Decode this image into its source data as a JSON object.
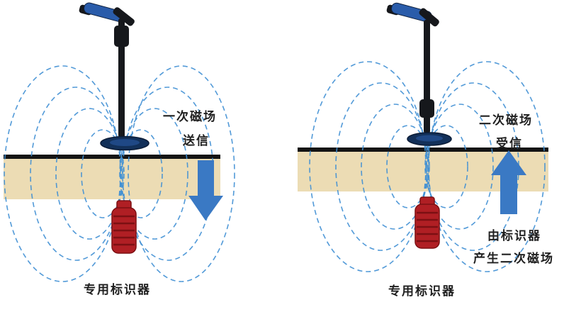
{
  "panels": {
    "left": {
      "field_label": {
        "line1": "一次磁场",
        "line2": "送信"
      },
      "arrow_direction": "down",
      "marker_label": "专用标识器"
    },
    "right": {
      "field_label": {
        "line1": "二次磁场",
        "line2": "受信"
      },
      "arrow_direction": "up",
      "source_label": {
        "line1": "由标识器",
        "line2": "产生二次磁场"
      },
      "marker_label": "专用标识器"
    }
  },
  "colors": {
    "field_line": "#3f8fd4",
    "arrow": "#3a79c4",
    "ground": "#141414",
    "soil": "#ecdcb4",
    "marker_body": "#b01f24",
    "marker_dark": "#7c1013",
    "detector_blue": "#2a5caa",
    "detector_dark": "#16181c",
    "coil_navy": "#123059",
    "text": "#1f1f1f"
  }
}
